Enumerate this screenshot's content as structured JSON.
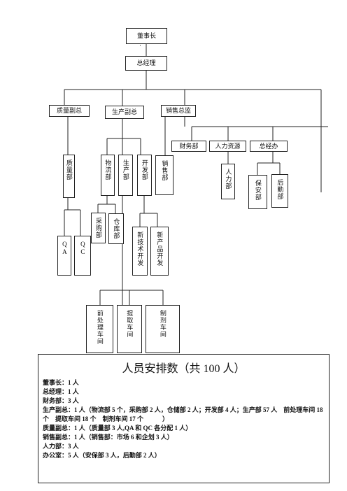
{
  "org": {
    "chairman": "董事长",
    "chairman_dot": "·",
    "gm": "总经理",
    "vp_quality": "质量副总",
    "vp_production": "生产副总",
    "director_sales": "销售总监",
    "finance": "财务部",
    "hr_department": "人力资源",
    "general_office": "总经办",
    "quality_dept": "质量部",
    "logistics_dept": "物流部",
    "production_dept": "生产部",
    "development_dept": "开发部",
    "sales_dept": "销售部",
    "hr_dept": "人力部",
    "security_dept": "保安部",
    "logistics_support_dept": "后勤部",
    "purchasing_dept": "采购部",
    "warehouse_dept": "仓库部",
    "qa": "QA",
    "qc": "QC",
    "new_tech_dev": "新技术开发",
    "new_product_dev": "新产品开发",
    "pretreatment_workshop": "前处理车间",
    "extraction_workshop": "提取车间",
    "formulation_workshop": "制剂车间"
  },
  "summary": {
    "title": "人员安排数（共 100 人）",
    "lines": [
      "董事长：1 人",
      "总经理：1 人",
      "财务部：3 人",
      "生产副总：1 人（物流部 5 个，采购部 2 人，仓储部 2 人；开发部 4 人；生产部 57 人　前处理车间 18 个　提取车间 18 个　制剂车间 17 个　　　）",
      "质量副总：1 人（质量部 3 人,QA 和 QC 各分配 1 人）",
      "销售副总：1 人（销售部：市场 6 和企划 3 人）",
      "人力部：3 人",
      "办公室：5 人（安保部 3 人，后勤部 2 人）"
    ]
  }
}
